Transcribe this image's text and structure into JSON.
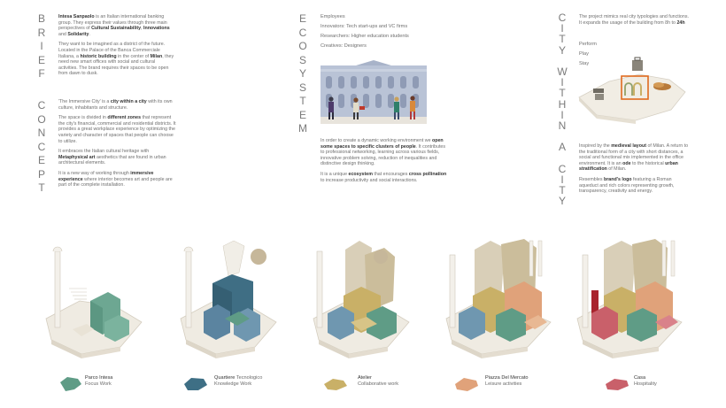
{
  "headings": {
    "brief": "B\nR\nI\nE\nF",
    "concept": "C\nO\nN\nC\nE\nP\nT",
    "ecosystem": "E\nC\nO\nS\nY\nS\nT\nE\nM",
    "city_within_a_city": "C\nI\nT\nY\n\nW\nI\nT\nH\nI\nN\n\nA\n\nC\nI\nT\nY"
  },
  "brief": {
    "p1_a": "Intesa Sanpaolo",
    "p1_b": " is an Italian international banking group. They express their values through three main perspectives of ",
    "p1_c": "Cultural Sustainability",
    "p1_d": ", ",
    "p1_e": "Innovations",
    "p1_f": " and ",
    "p1_g": "Solidarity",
    "p1_h": ".",
    "p2_a": "They want to be imagined as a district of the future. Located in the Palace of the Banca Commerciale Italiana, a ",
    "p2_b": "historic building",
    "p2_c": " in the center of ",
    "p2_d": "Milan",
    "p2_e": ", they need new smart offices with social and cultural activities. The brand requires their spaces to be open from dawn to dusk."
  },
  "concept": {
    "p1_a": "'The Immersive City' is a ",
    "p1_b": "city within a city",
    "p1_c": " with its own culture, inhabitants and structure.",
    "p2_a": "The space is divided in ",
    "p2_b": "different zones",
    "p2_c": " that represent the city's financial, commercial and residential districts. It provides a great workplace experience by optimizing the variety and character of spaces that people can choose to utilize.",
    "p3_a": "It embraces the Italian cultural heritage with ",
    "p3_b": "Metaphysical art",
    "p3_c": " aesthetics that are found in urban architectural elements.",
    "p4_a": "It is a new way of working through ",
    "p4_b": "immersive experience",
    "p4_c": " where interior becomes art and people are part of the complete installation."
  },
  "ecosystem": {
    "list": [
      "Employees",
      "Innovators: Tech start-ups and VC firms",
      "Researchers: Higher education students",
      "Creatives: Designers"
    ],
    "p1_a": "In order to create a dynamic working environment we ",
    "p1_b": "open some spaces to specific clusters of people",
    "p1_c": ". It contributes to professional networking, learning across various fields, innovative problem solving, reduction of inequalities and distinctive design thinking.",
    "p2_a": "It is a unique ",
    "p2_b": "ecosystem",
    "p2_c": " that encourages ",
    "p2_d": "cross pollination",
    "p2_e": " to increase productivity and social interactions."
  },
  "city": {
    "p1_a": "The project mimics real city typologies and functions. It expands the usage of the building from 8h to ",
    "p1_b": "24h",
    "activities": [
      "Perform",
      "Play",
      "Stay"
    ],
    "p2_a": "Inspired by the ",
    "p2_b": "medieval layout",
    "p2_c": " of Milan. A return to the traditional form of a city with short distances, a social and functional mix implemented in the office environment. It is an ",
    "p2_d": "ode",
    "p2_e": " to the historical ",
    "p2_f": "urban stratification",
    "p2_g": " of Milan.",
    "p3_a": "Resembles ",
    "p3_b": "brand's logo",
    "p3_c": " featuring a Roman aqueduct and rich colors representing growth, transparency, creativity and energy."
  },
  "zones": [
    {
      "name": "Parco Intesa",
      "name_suffix": "",
      "desc": "Focus Work",
      "color": "#5f9c86"
    },
    {
      "name": "Quartiere",
      "name_suffix": " Tecnologico",
      "desc": "Knowledge Work",
      "color": "#3e6f85"
    },
    {
      "name": "Atelier",
      "name_suffix": "",
      "desc": "Collaborative work",
      "color": "#c9b067"
    },
    {
      "name": "Piazza Del Mercato",
      "name_suffix": "",
      "desc": "Leisure activities",
      "color": "#e0a27a"
    },
    {
      "name": "Casa",
      "name_suffix": "",
      "desc": "Hospitality",
      "color": "#c9606a"
    }
  ],
  "colors": {
    "accent_orange": "#e06a1e",
    "text_bold": "#333333",
    "text": "#6e6e6e"
  }
}
